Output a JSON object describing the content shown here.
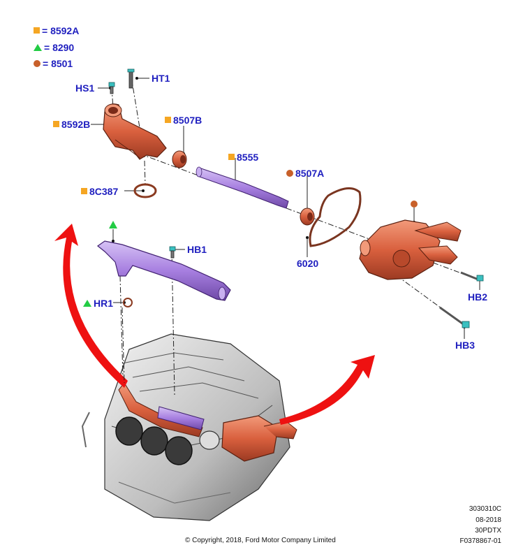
{
  "legend": [
    {
      "symbol": "square",
      "text": "= 8592A"
    },
    {
      "symbol": "triangle",
      "text": "= 8290"
    },
    {
      "symbol": "circle",
      "text": "= 8501"
    }
  ],
  "labels": {
    "hs1": "HS1",
    "ht1": "HT1",
    "p8592b": "8592B",
    "p8507b": "8507B",
    "p8555": "8555",
    "p8c387": "8C387",
    "p8507a": "8507A",
    "p6020": "6020",
    "hb1": "HB1",
    "hr1": "HR1",
    "hb2": "HB2",
    "hb3": "HB3"
  },
  "meta": {
    "code": "3030310C",
    "date": "08-2018",
    "model": "30PDTX",
    "figure": "F0378867-01"
  },
  "copyright": "© Copyright, 2018, Ford Motor Company Limited",
  "colors": {
    "label": "#1f1fbf",
    "square": "#f5a623",
    "triangle": "#22cc44",
    "circle": "#c8602a",
    "copper": "#d9603e",
    "purple": "#a77fe0",
    "arrow": "#ee1111"
  }
}
